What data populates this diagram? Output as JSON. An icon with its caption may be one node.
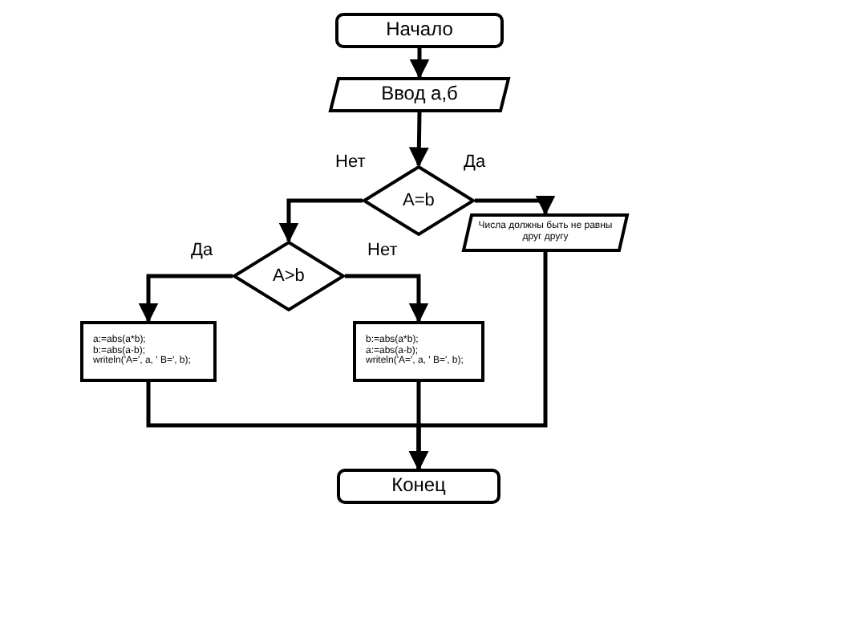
{
  "diagram": {
    "nodes": [
      {
        "text": [
          "Начало"
        ]
      },
      {
        "text": [
          "Ввод а,б"
        ]
      },
      {
        "text": [
          "A=b"
        ]
      },
      {
        "text": [
          "Числа должны быть не равны друг другу"
        ]
      },
      {
        "text": [
          "A>b"
        ]
      },
      {
        "text": [
          "a:=abs(a*b);",
          "b:=abs(a-b);",
          "writeln('A=', a, ' B=', b);"
        ]
      },
      {
        "text": [
          "b:=abs(a*b);",
          "a:=abs(a-b);",
          "writeln('A=', a, ' B=', b);"
        ]
      },
      {
        "text": [
          "Конец"
        ]
      }
    ],
    "edges": [
      {
        "from": 0,
        "to": 1,
        "arrow": "to"
      },
      {
        "from": 1,
        "to": 2,
        "arrow": "to"
      },
      {
        "from": 2,
        "to": 4,
        "arrow": "to",
        "label": "Нет"
      },
      {
        "from": 2,
        "to": 3,
        "arrow": "to",
        "label": "Да"
      },
      {
        "from": 4,
        "to": 5,
        "arrow": "to",
        "label": "Да"
      },
      {
        "from": 4,
        "to": 6,
        "arrow": "to",
        "label": "Нет"
      },
      {
        "from": 5,
        "to": 7,
        "arrow": "to"
      },
      {
        "from": 6,
        "to": 7,
        "arrow": "to"
      },
      {
        "from": 3,
        "to": 7,
        "arrow": "to"
      }
    ]
  }
}
